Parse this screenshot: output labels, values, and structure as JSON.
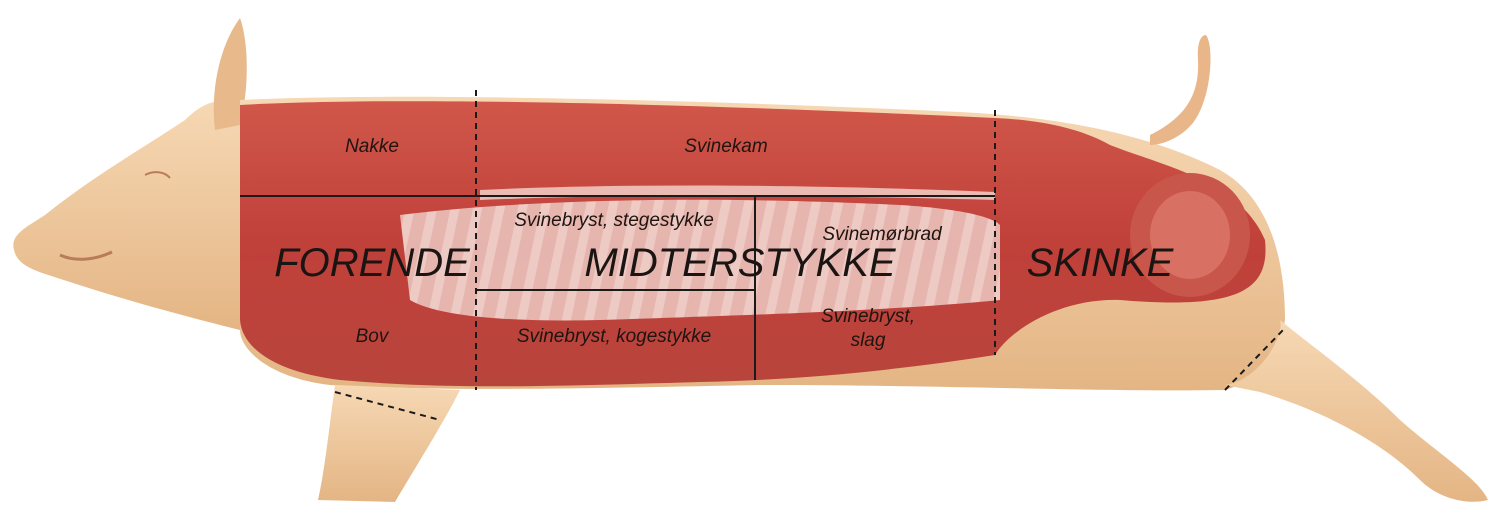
{
  "regions": {
    "forende": "FORENDE",
    "midterstykke": "MIDTERSTYKKE",
    "skinke": "SKINKE"
  },
  "cuts": {
    "nakke": "Nakke",
    "svinekam": "Svinekam",
    "bov": "Bov",
    "svinebryst_stegestykke": "Svinebryst, stegestykke",
    "svinebryst_kogestykke": "Svinebryst, kogestykke",
    "svinemorbrad": "Svinemørbrad",
    "svinebryst_slag_line1": "Svinebryst,",
    "svinebryst_slag_line2": "slag"
  },
  "colors": {
    "skin": "#f1cfa7",
    "skin_dark": "#e3b184",
    "meat": "#c8473d",
    "meat_dark": "#a8322b",
    "fat": "#f3d7cf",
    "rib": "#e9c4bd"
  }
}
